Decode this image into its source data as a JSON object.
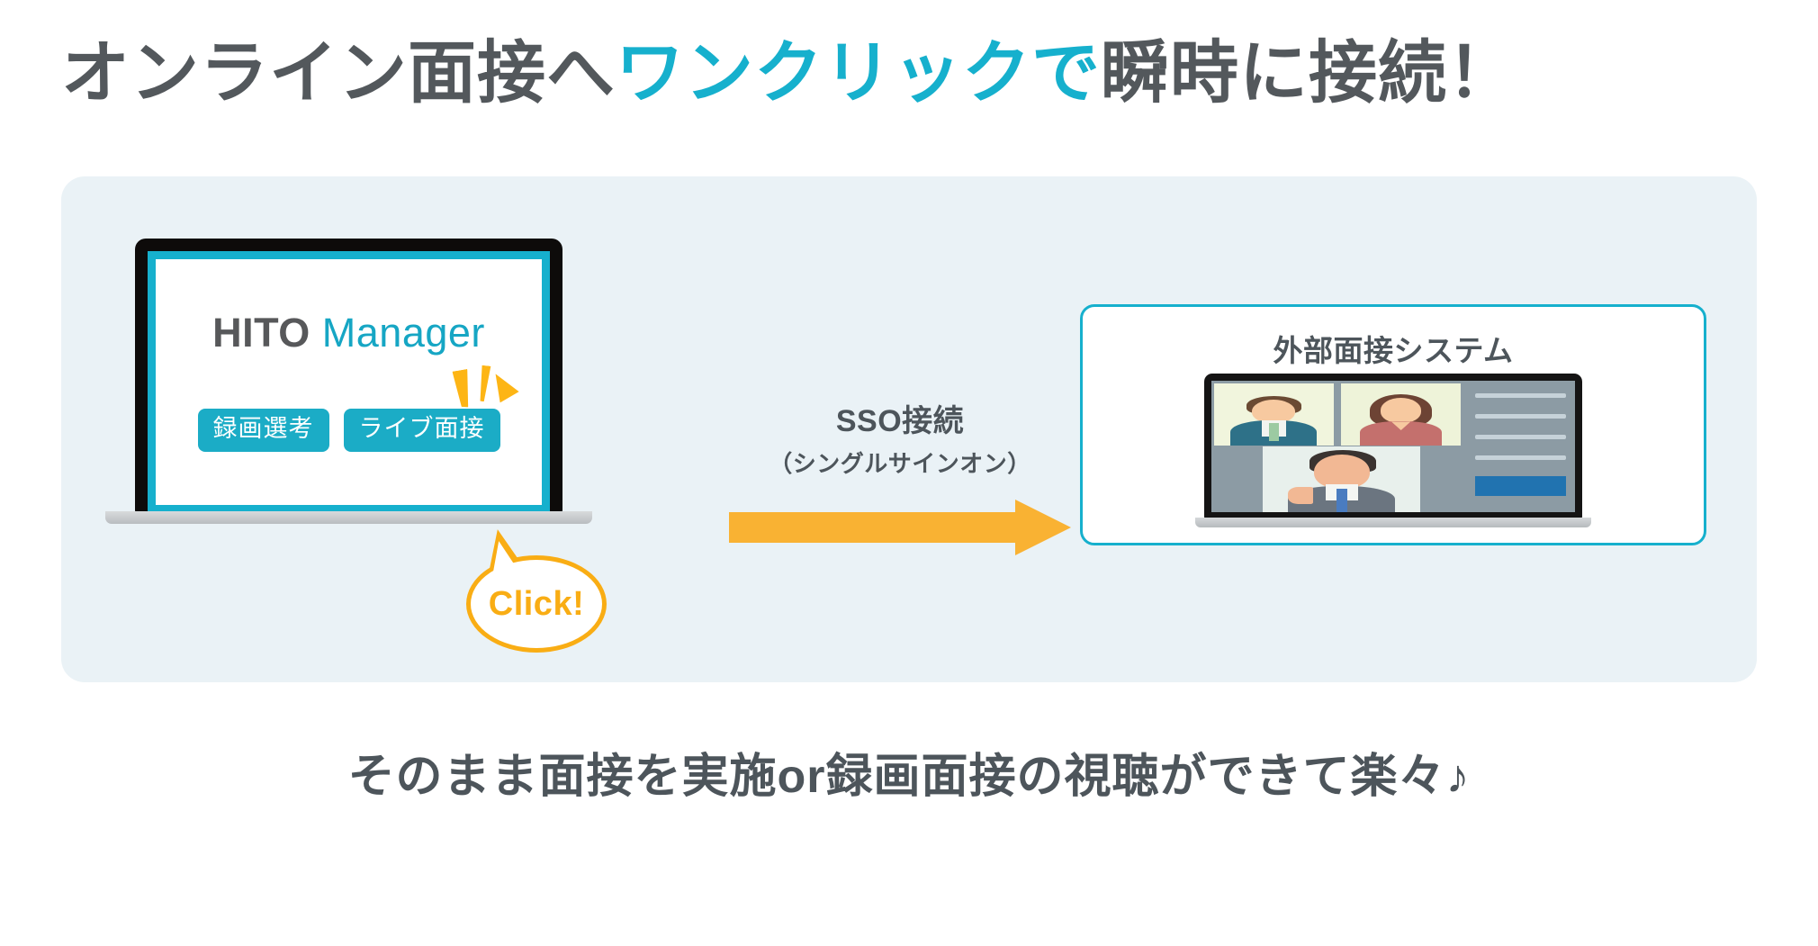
{
  "headline": {
    "part1": "オンライン面接へ",
    "part2": "ワンクリックで",
    "part3": "瞬時に接続！"
  },
  "colors": {
    "teal": "#16b0cd",
    "grey_text": "#4d555b",
    "orange": "#f9b233",
    "panel_bg": "#eaf2f6",
    "chip_bg": "#1bacc6",
    "blue_button": "#2173b0"
  },
  "laptop": {
    "brand_primary": "HITO",
    "brand_secondary": "Manager",
    "chips": [
      {
        "label": "録画選考"
      },
      {
        "label": "ライブ面接"
      }
    ],
    "click_bubble": "Click!"
  },
  "connector": {
    "title": "SSO接続",
    "subtitle": "（シングルサインオン）"
  },
  "external_card": {
    "title": "外部面接システム",
    "video_tiles": [
      {
        "name": "participant-male-1",
        "bg": "#f1f5dd",
        "suit": "#2e7188",
        "tie": "#9ccaa2",
        "hair": "#6b4a33"
      },
      {
        "name": "participant-female-1",
        "bg": "#eef3d9",
        "top": "#c4706d",
        "hair": "#6d4334"
      },
      {
        "name": "participant-male-main",
        "bg": "#e8f0ec",
        "suit": "#6b7580",
        "tie": "#4a7cc0",
        "hair": "#3a3330"
      }
    ],
    "sidebar_rows": 4,
    "sidebar_button": true
  },
  "caption": "そのまま面接を実施or録画面接の視聴ができて楽々♪"
}
